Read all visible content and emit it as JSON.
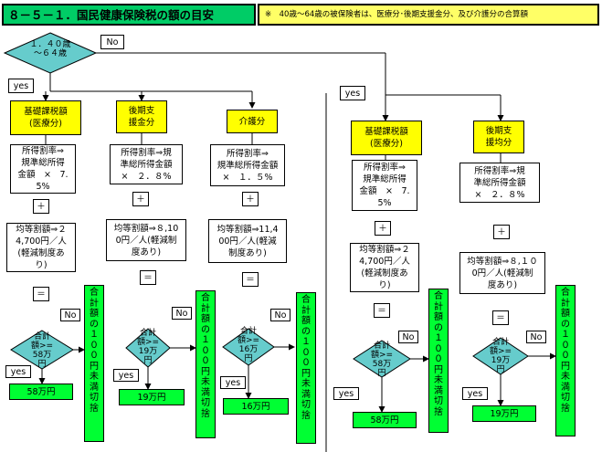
{
  "title": "８－５－１．国民健康保険税の額の目安",
  "note": "※　40歳～64歳の被保険者は、医療分･後期支援金分、及び介護分の合算額",
  "top_decision": "１．４０歳\n～６４歳",
  "no": "No",
  "yes": "yes",
  "plus": "＋",
  "equals": "＝",
  "left": {
    "medical": {
      "label": "基礎課税額\n(医療分)",
      "income": "所得割率⇒\n規準総所得\n金額　×　7.\n5%",
      "per_capita": "均等割額⇒２\n4,700円／人\n(軽減制度あ\nり)",
      "decision": "合計\n額>=\n58万\n円",
      "result": "58万円"
    },
    "support": {
      "label": "後期支\n援金分",
      "income": "所得割率⇒規\n準総所得金額\n×　２．８%",
      "per_capita": "均等割額⇒８,10\n0円／人(軽減制\n度あり)",
      "decision": "合計\n額>=\n19万\n円",
      "result": "19万円"
    },
    "care": {
      "label": "介護分",
      "income": "所得割率⇒\n規準総所得金額\n×　１．５%",
      "per_capita": "均等割額⇒11,4\n00円／人(軽減\n制度あり)",
      "decision": "合計\n額>=\n16万\n円",
      "result": "16万円"
    }
  },
  "right": {
    "medical": {
      "label": "基礎課税額\n(医療分)",
      "income": "所得割率⇒\n規準総所得\n金額　×　7.\n5%",
      "per_capita": "均等割額⇒２\n4,700円／人\n(軽減制度あ\nり)",
      "decision": "合計\n額>=\n58万\n円",
      "result": "58万円"
    },
    "support": {
      "label": "後期支\n援均分",
      "income": "所得割率⇒規\n準総所得金額\n×　２．８%",
      "per_capita": "均等割額⇒８,１０\n0円／人(軽減制\n度あり)",
      "decision": "合計\n額>=\n19万\n円",
      "result": "19万円"
    }
  },
  "rounding": "合計額の１００円未満切捨"
}
